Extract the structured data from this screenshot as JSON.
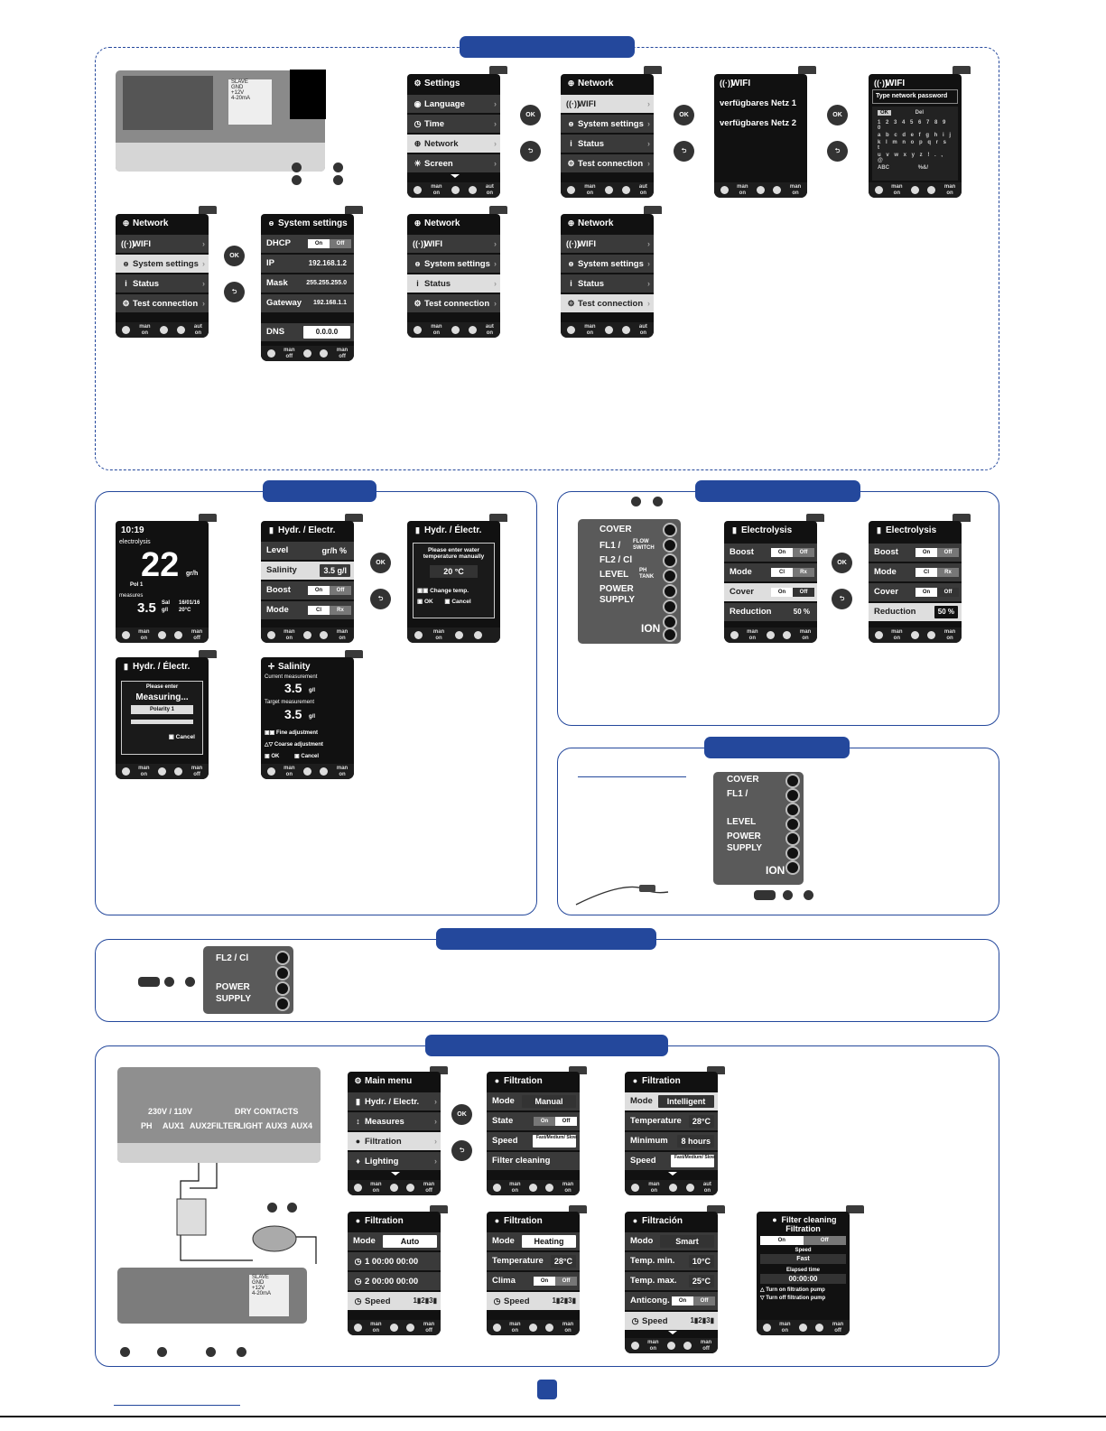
{
  "network_settings": {
    "settings": {
      "title": "Settings",
      "items": [
        "Language",
        "Time",
        "Network",
        "Screen"
      ]
    },
    "network": {
      "title": "Network",
      "items": [
        "WIFI",
        "System settings",
        "Status",
        "Test connection"
      ]
    },
    "wifi": {
      "title": "WIFI",
      "items": [
        "verfügbares Netz 1",
        "verfügbares Netz 2"
      ],
      "pw_title": "Type network password",
      "ok": "OK",
      "del": "Del",
      "abc": "ABC",
      "sym": "%&/"
    },
    "system": {
      "title": "System settings",
      "dhcp": "DHCP",
      "ip": "IP",
      "ip_v": "192.168.1.2",
      "mask": "Mask",
      "mask_v": "255.255.255.0",
      "gw": "Gateway",
      "gw_v": "192.168.1.1",
      "dns": "DNS",
      "dns_v": "0.0.0.0"
    },
    "box_labels": [
      "SLAVE",
      "GND",
      "+12V",
      "4-20mA"
    ]
  },
  "footer": {
    "man": "man",
    "on": "on",
    "off": "off",
    "aut": "aut"
  },
  "buttons": {
    "ok": "OK",
    "back": "⮌"
  },
  "toggle": {
    "on": "On",
    "off": "Off",
    "cl": "Cl",
    "rx": "Rx"
  },
  "hydro": {
    "time": "10:19",
    "electrolysis": "electrolysis",
    "big": "22",
    "unit": "gr/h",
    "pol": "Pol 1",
    "measures": "measures",
    "sal": "3.5",
    "sal_l": "Sal",
    "gl": "g/l",
    "date": "16/01/16",
    "temp": "20°C",
    "title1": "Hydr. / Electr.",
    "title2": "Hydr. / Électr.",
    "level": "Level",
    "level_v": "gr/h  %",
    "salinity": "Salinity",
    "sal_v": "3.5 g/l",
    "boost": "Boost",
    "mode": "Mode",
    "dlg": "Please enter water temperature manually",
    "dlg_v": "20 °C",
    "change": "Change temp.",
    "ok": "OK",
    "cancel": "Cancel",
    "please": "Please enter",
    "measuring": "Measuring...",
    "polarity": "Polarity 1",
    "sal_title": "Salinity",
    "cur": "Current measurement",
    "tgt": "Target measurement",
    "val": "3.5",
    "fine": "Fine adjustment",
    "coarse": "Coarse adjustment"
  },
  "electrolysis": {
    "title": "Electrolysis",
    "boost": "Boost",
    "mode": "Mode",
    "cover": "Cover",
    "reduction": "Reduction",
    "red_v": "50 %"
  },
  "terminal_labels": [
    "COVER",
    "FL1 /",
    "FL2 / Cl",
    "LEVEL",
    "POWER",
    "SUPPLY",
    "ION"
  ],
  "terminal_small": [
    "FLOW",
    "SWITCH",
    "PH",
    "TANK"
  ],
  "filtration": {
    "main": "Main menu",
    "main_items": [
      "Hydr. / Electr.",
      "Measures",
      "Filtration",
      "Lighting"
    ],
    "title": "Filtration",
    "title_es": "Filtración",
    "mode": "Mode",
    "modo": "Modo",
    "manual": "Manual",
    "state": "State",
    "speed": "Speed",
    "speed_v": "Fast/Medium/ Slow",
    "clean": "Filter cleaning",
    "intelligent": "Intelligent",
    "temperature": "Temperature",
    "t28": "28°C",
    "minimum": "Minimum",
    "hours": "8 hours",
    "auto": "Auto",
    "t1": "1   00:00     00:00",
    "t2": "2   00:00     00:00",
    "speed_row": "Speed",
    "heating": "Heating",
    "clima": "Clima",
    "smart": "Smart",
    "tmin": "Temp. min.",
    "tmin_v": "10°C",
    "tmax": "Temp. max.",
    "tmax_v": "25°C",
    "anticong": "Anticong.",
    "fc_title": "Filter cleaning",
    "fc_sub": "Filtration",
    "fc_speed": "Speed",
    "fc_fast": "Fast",
    "elapsed": "Elapsed time",
    "elapsed_v": "00:00:00",
    "turn_on": "Turn on filtration pump",
    "turn_off": "Turn off filtration pump",
    "relay": "230V / 110V",
    "relay_labels": [
      "PH",
      "AUX1",
      "AUX2",
      "FILTER",
      "LIGHT",
      "AUX3",
      "AUX4"
    ],
    "dry": "DRY CONTACTS"
  }
}
